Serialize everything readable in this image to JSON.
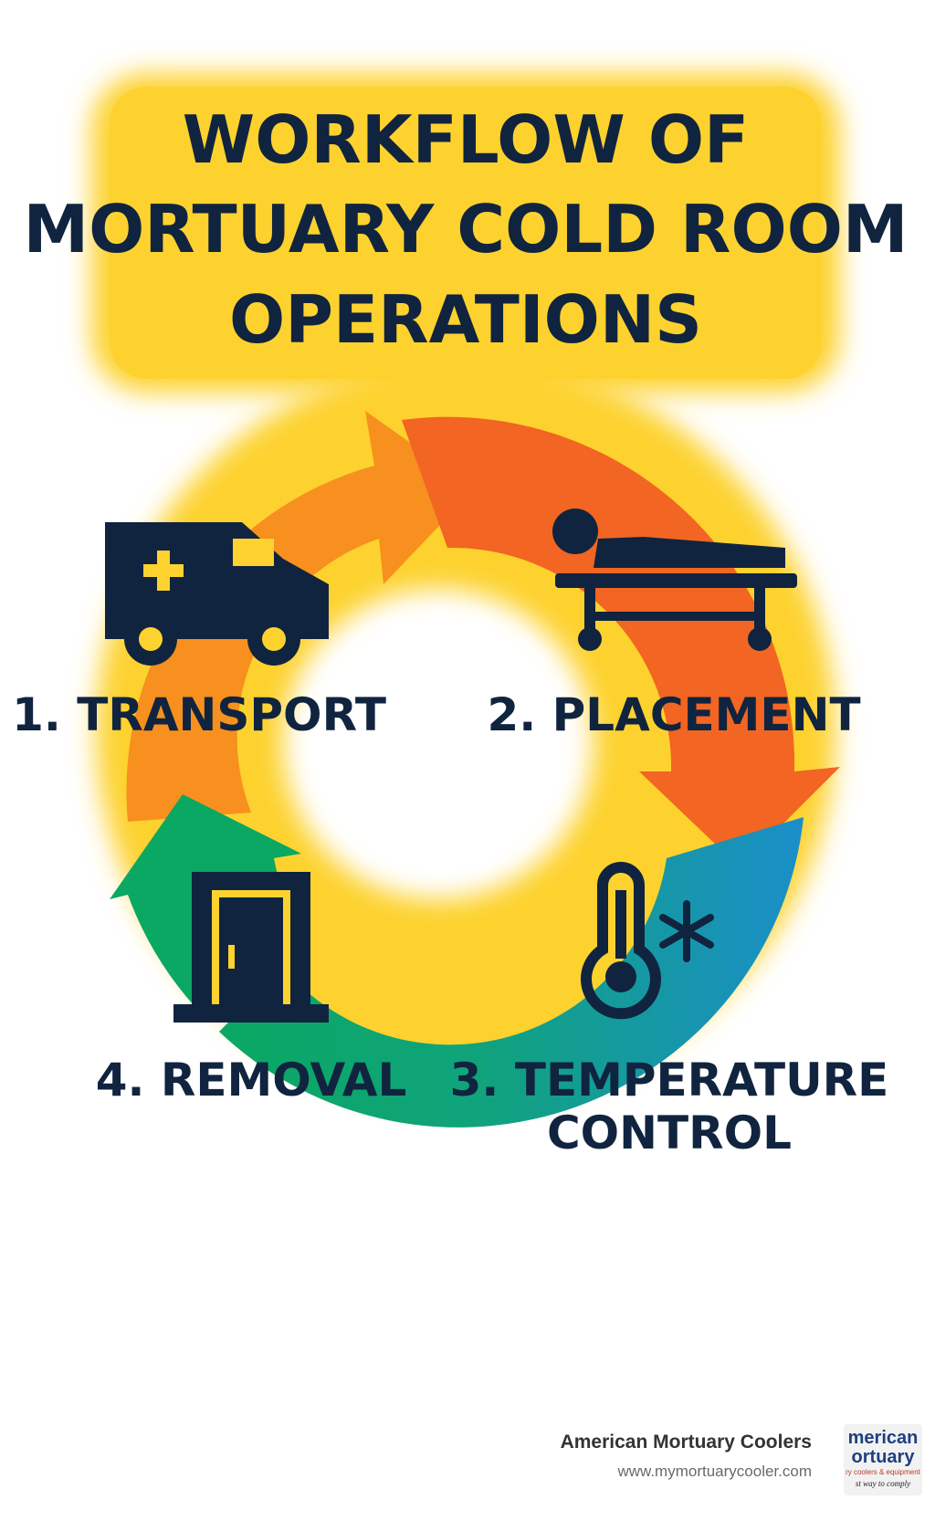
{
  "title": {
    "lines": [
      "WORKFLOW OF",
      "MORTUARY COLD ROOM",
      "OPERATIONS"
    ]
  },
  "colors": {
    "title_text": "#10243f",
    "highlight_yellow": "#fdd22f",
    "arrow_orange": "#f7901e",
    "arrow_red_orange": "#f26522",
    "arrow_blue": "#1b8ec9",
    "arrow_green": "#0aa862",
    "icon_navy": "#10243f"
  },
  "steps": [
    {
      "label": "1. TRANSPORT",
      "icon": "ambulance-icon"
    },
    {
      "label": "2. PLACEMENT",
      "icon": "body-on-stretcher-icon"
    },
    {
      "label": "3. TEMPERATURE",
      "label_line2": "CONTROL",
      "icon": "thermometer-snowflake-icon"
    },
    {
      "label": "4. REMOVAL",
      "icon": "door-icon"
    }
  ],
  "footer": {
    "company": "American Mortuary Coolers",
    "website": "www.mymortuarycooler.com",
    "logo_text": [
      "merican",
      "ortuary",
      "ry coolers & equipment",
      "st way to comply"
    ]
  }
}
